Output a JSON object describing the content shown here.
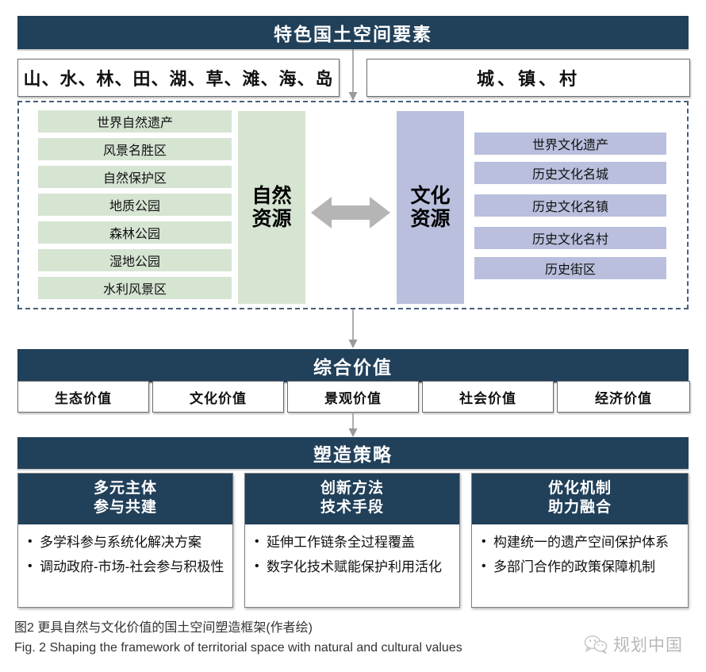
{
  "figure": {
    "header": {
      "title": "特色国土空间要素",
      "element_groups": [
        {
          "id": "natural-elements",
          "label": "山、水、林、田、湖、草、滩、海、岛"
        },
        {
          "id": "built-elements",
          "label": "城、镇、村"
        }
      ]
    },
    "resource_zone": {
      "natural": {
        "pillar_line1": "自然",
        "pillar_line2": "资源",
        "color": "#d6e4d2",
        "items": [
          "世界自然遗产",
          "风景名胜区",
          "自然保护区",
          "地质公园",
          "森林公园",
          "湿地公园",
          "水利风景区"
        ]
      },
      "cultural": {
        "pillar_line1": "文化",
        "pillar_line2": "资源",
        "color": "#b9bfdd",
        "items": [
          "世界文化遗产",
          "历史文化名城",
          "历史文化名镇",
          "历史文化名村",
          "历史街区"
        ]
      },
      "relation_icon": "double-headed-arrow"
    },
    "value_section": {
      "title": "综合价值",
      "values": [
        "生态价值",
        "文化价值",
        "景观价值",
        "社会价值",
        "经济价值"
      ]
    },
    "strategy_section": {
      "title": "塑造策略",
      "columns": [
        {
          "head_line1": "多元主体",
          "head_line2": "参与共建",
          "bullets": [
            "多学科参与系统化解决方案",
            "调动政府-市场-社会参与积极性"
          ]
        },
        {
          "head_line1": "创新方法",
          "head_line2": "技术手段",
          "bullets": [
            "延伸工作链条全过程覆盖",
            "数字化技术赋能保护利用活化"
          ]
        },
        {
          "head_line1": "优化机制",
          "head_line2": "助力融合",
          "bullets": [
            "构建统一的遗产空间保护体系",
            "多部门合作的政策保障机制"
          ]
        }
      ]
    },
    "caption": {
      "chinese": "图2  更具自然与文化价值的国土空间塑造框架(作者绘)",
      "english": "Fig. 2  Shaping the framework of territorial space with natural and cultural values"
    },
    "watermark": {
      "icon": "wechat-icon",
      "text": "规划中国"
    },
    "colors": {
      "header_navy": "#21405a",
      "natural_green": "#d6e4d2",
      "cultural_purple": "#b9bfdd",
      "arrow_gray": "#b0b0b0",
      "dashed_border": "#46607a"
    }
  }
}
